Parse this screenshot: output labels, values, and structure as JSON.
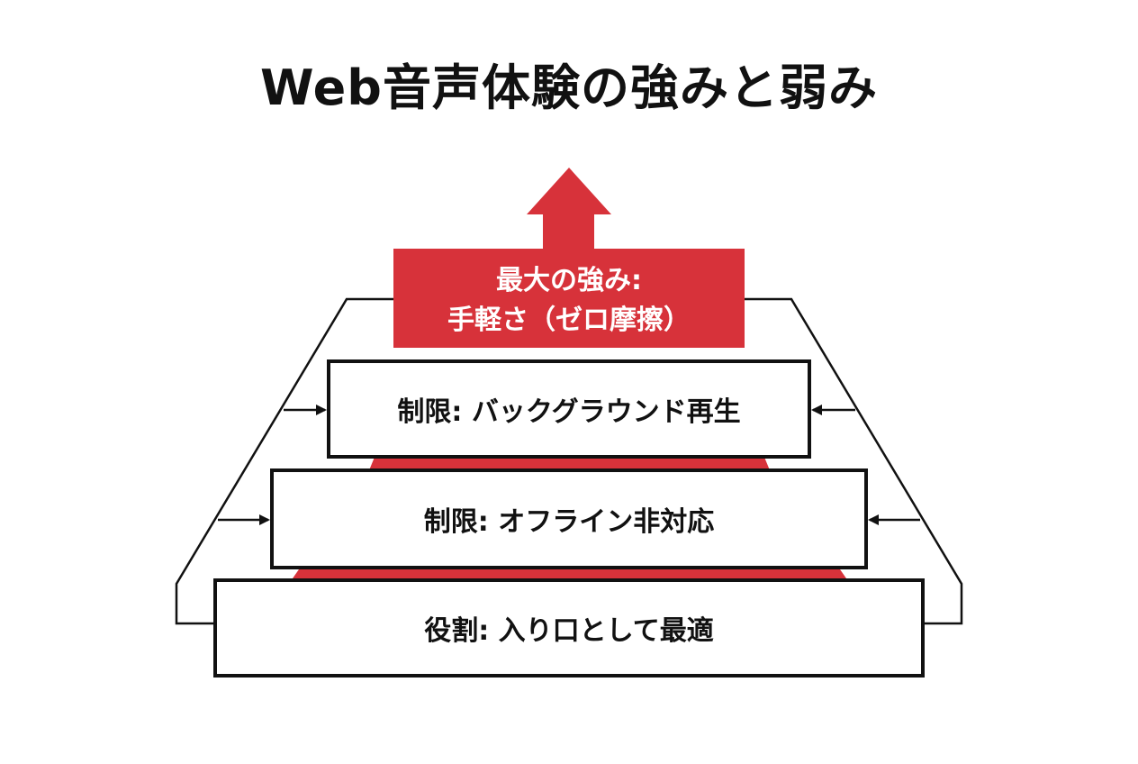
{
  "title": "Web音声体験の強みと弱み",
  "strength": {
    "line1": "最大の強み:",
    "line2": "手軽さ（ゼロ摩擦）"
  },
  "tiers": {
    "top": "制限: バックグラウンド再生",
    "middle": "制限: オフライン非対応",
    "bottom": "役割: 入り口として最適"
  },
  "colors": {
    "accent": "#d7323a",
    "border": "#111111",
    "background": "#ffffff"
  }
}
